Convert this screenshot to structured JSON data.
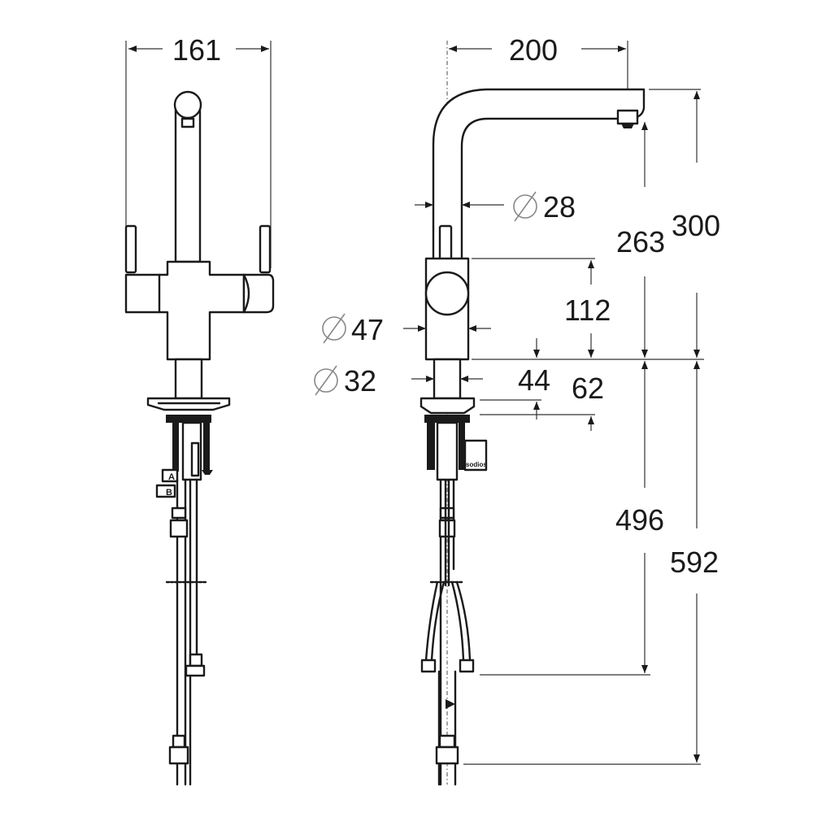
{
  "dimensions": {
    "front_width": "161",
    "side_reach": "200",
    "spout_diameter": "28",
    "overall_height_upper": "300",
    "spout_height": "263",
    "body_height": "112",
    "body_diameter": "47",
    "base_diameter": "32",
    "base_height_44": "44",
    "base_height_62": "62",
    "lower_length_496": "496",
    "lower_length_592": "592"
  },
  "labels": {
    "hose_a": "A",
    "hose_b": "B",
    "tag": "sodios"
  }
}
